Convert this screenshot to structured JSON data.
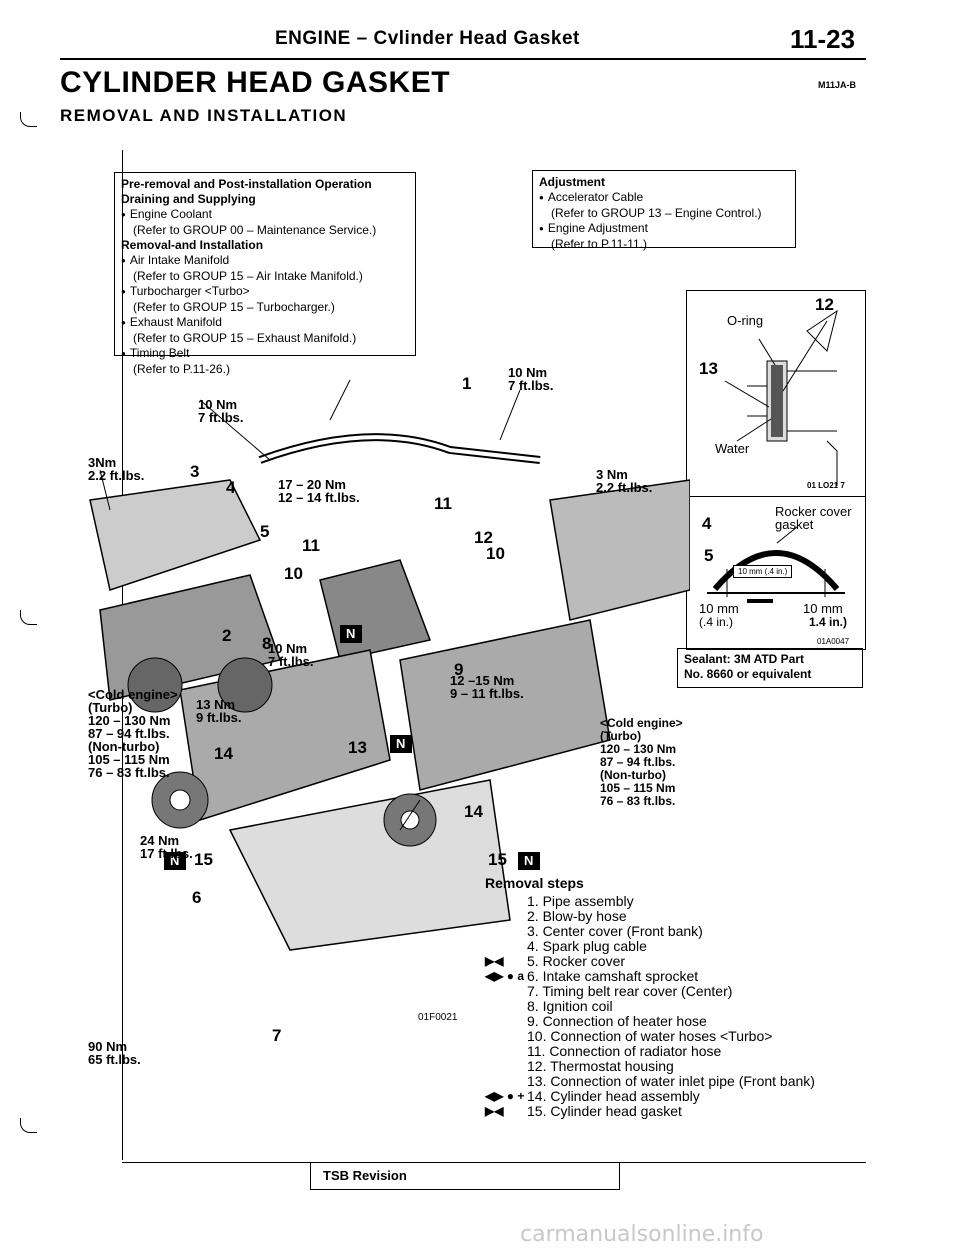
{
  "header": {
    "section_title": "ENGINE – Cvlinder Head Gasket",
    "page_number": "11-23"
  },
  "title": "CYLINDER HEAD GASKET",
  "doc_code": "M11JA-B",
  "subtitle": "REMOVAL AND INSTALLATION",
  "pre_removal_box": {
    "heading": "Pre-removal and Post-installation Operation",
    "heading2": "Draining and Supplying",
    "item1": "Engine Coolant",
    "item1_ref": "(Refer to GROUP 00 – Maintenance Service.)",
    "removal_heading": "Removal-and Installation",
    "item2": "Air Intake Manifold",
    "item2_ref": "(Refer to GROUP 15 – Air Intake Manifold.)",
    "item3": "Turbocharger <Turbo>",
    "item3_ref": "(Refer to GROUP 15 – Turbocharger.)",
    "item4": "Exhaust Manifold",
    "item4_ref": "(Refer to GROUP 15 – Exhaust Manifold.)",
    "item5": "Timing Belt",
    "item5_ref": "(Refer to P.11-26.)"
  },
  "adjustment_box": {
    "heading": "Adjustment",
    "item1": "Accelerator Cable",
    "item1_ref": "(Refer to GROUP 13 – Engine Control.)",
    "item2": "Engine Adjustment",
    "item2_ref": "(Refer to P.11-11.)"
  },
  "inset_oring": {
    "label_oring": "O-ring",
    "label_water": "Water",
    "num12": "12",
    "num13": "13",
    "code": "01 LO21 7"
  },
  "inset_rocker": {
    "label": "Rocker cover gasket",
    "dim_inner": "10 mm (.4 in.)",
    "dim_left": "10 mm",
    "dim_left_in": "(.4 in.)",
    "dim_right": "10 mm",
    "dim_right_in": "1.4 in.)",
    "code": "01A0047"
  },
  "sealant": {
    "line1": "Sealant: 3M ATD Part",
    "line2": "No. 8660 or equivalent"
  },
  "torques": {
    "t1": "10 Nm",
    "t1b": "7 ft.lbs.",
    "t2": "10 Nm",
    "t2b": "7 ft.lbs.",
    "t3": "3Nm",
    "t3b": "2.2 ft.lbs.",
    "t4": "17 – 20 Nm",
    "t4b": "12 – 14 ft.lbs.",
    "t5": "3 Nm",
    "t5b": "2.2 ft.lbs.",
    "t6": "10 Nm",
    "t6b": "7 ft.lbs.",
    "t7": "12 –15 Nm",
    "t7b": "9 – 11 ft.lbs.",
    "t8": "13 Nm",
    "t8b": "9 ft.lbs.",
    "t9": "24 Nm",
    "t9b": "17 ft.lbs.",
    "t10": "90 Nm",
    "t10b": "65 ft.lbs."
  },
  "cold_left": {
    "l1": "<Cold engine>",
    "l2": "(Turbo)",
    "l3": "120 – 130 Nm",
    "l4": "87 – 94 ft.lbs.",
    "l5": "(Non-turbo)",
    "l6": "105 – 115 Nm",
    "l7": "76 – 83 ft.lbs."
  },
  "cold_right": {
    "l1": "<Cold engine>",
    "l2": "(Turbo)",
    "l3": "120 – 130 Nm",
    "l4": "87 – 94 ft.lbs.",
    "l5": "(Non-turbo)",
    "l6": "105 – 115 Nm",
    "l7": "76 – 83 ft.lbs."
  },
  "callout_numbers": [
    "1",
    "2",
    "3",
    "4",
    "4",
    "5",
    "5",
    "6",
    "7",
    "8",
    "9",
    "10",
    "10",
    "11",
    "11",
    "12",
    "13",
    "14",
    "14",
    "15",
    "15"
  ],
  "n_badge": "N",
  "figure_code": "01F0021",
  "removal_steps": {
    "title": "Removal steps",
    "steps": [
      {
        "mark": "",
        "text": "1. Pipe assembly"
      },
      {
        "mark": "",
        "text": "2. Blow-by hose"
      },
      {
        "mark": "",
        "text": "3. Center cover (Front bank)"
      },
      {
        "mark": "",
        "text": "4. Spark plug cable"
      },
      {
        "mark": "▶◀",
        "text": "5. Rocker cover"
      },
      {
        "mark": "◀▶ ● a",
        "text": "6. Intake camshaft sprocket"
      },
      {
        "mark": "",
        "text": "7. Timing belt rear cover (Center)"
      },
      {
        "mark": "",
        "text": "8. Ignition coil"
      },
      {
        "mark": "",
        "text": "9. Connection of heater hose"
      },
      {
        "mark": "",
        "text": "10. Connection of water hoses <Turbo>"
      },
      {
        "mark": "",
        "text": "11. Connection of radiator hose"
      },
      {
        "mark": "",
        "text": "12. Thermostat housing"
      },
      {
        "mark": "",
        "text": "13. Connection of water inlet pipe (Front bank)"
      },
      {
        "mark": "◀▶ ● +",
        "text": "14. Cylinder head assembly"
      },
      {
        "mark": "▶◀",
        "text": "15. Cylinder head gasket"
      }
    ]
  },
  "tsb": "TSB Revision",
  "watermark": "carmanualsonline.info"
}
